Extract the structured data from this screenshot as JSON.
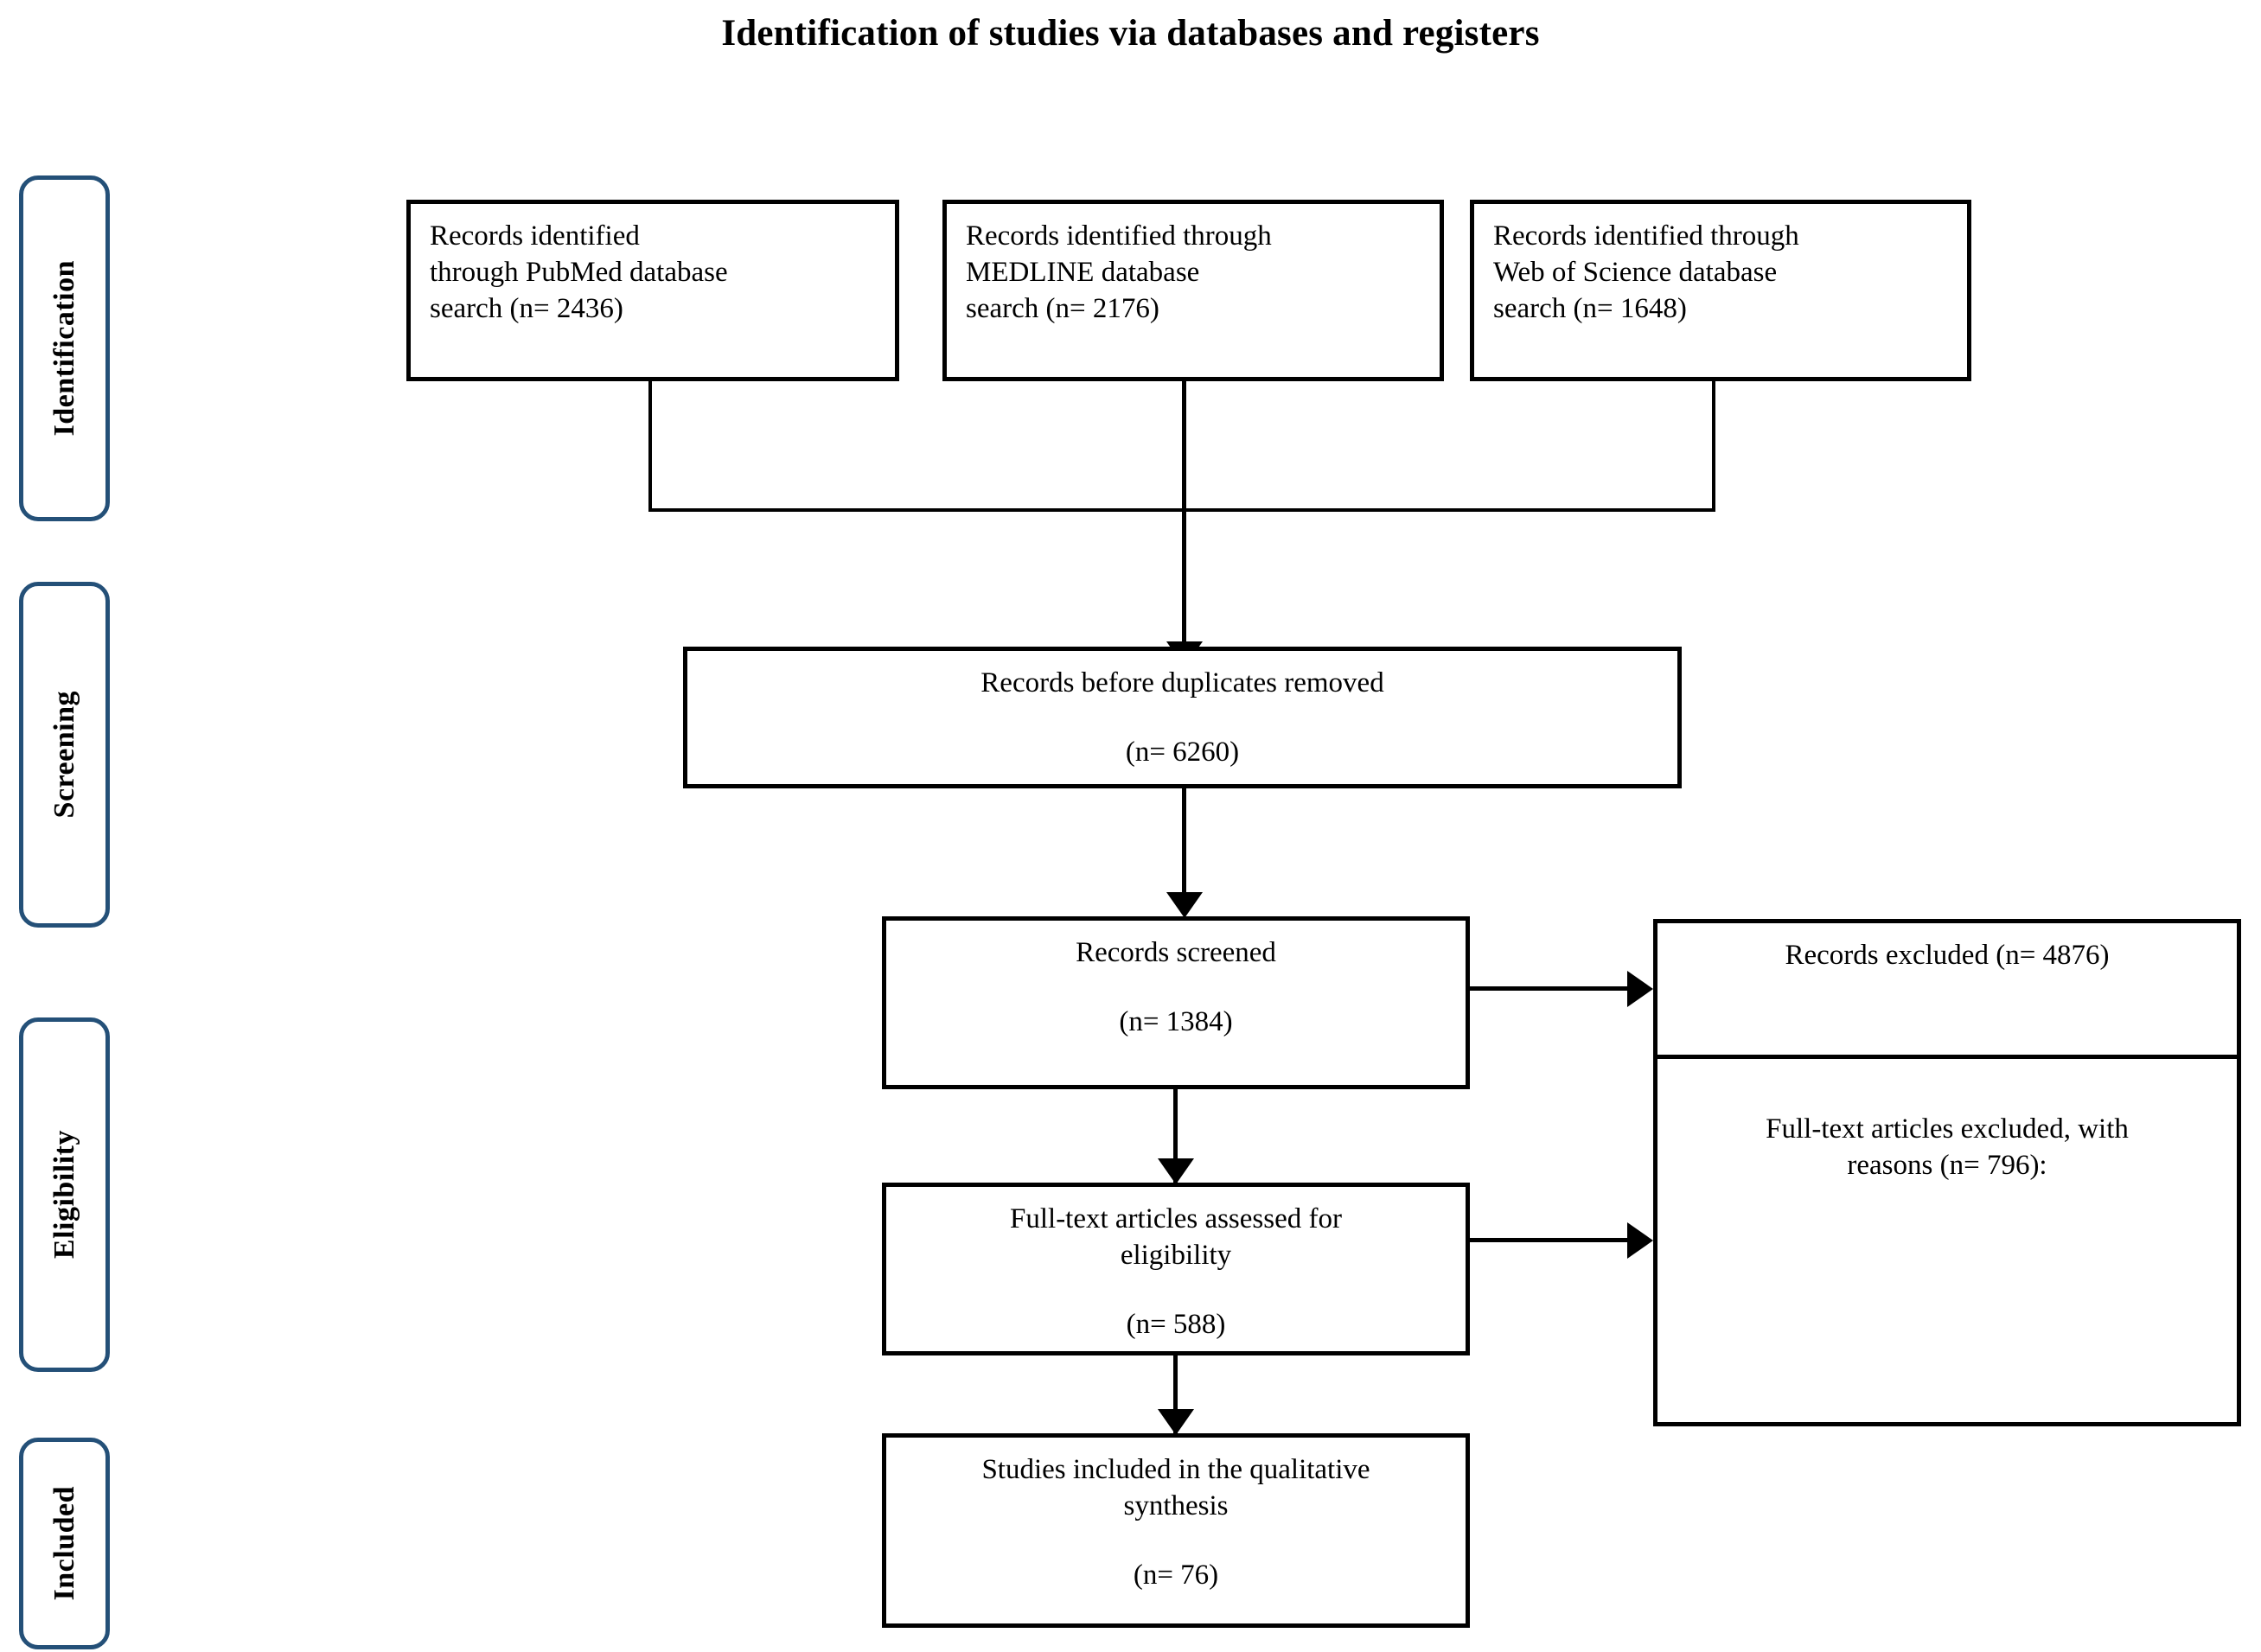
{
  "title": "Identification of studies via databases and registers",
  "phases": [
    {
      "id": "identification",
      "label": "Identification"
    },
    {
      "id": "screening",
      "label": "Screening"
    },
    {
      "id": "eligibility",
      "label": "Eligibility"
    },
    {
      "id": "included",
      "label": "Included"
    }
  ],
  "boxes": {
    "pubmed": {
      "line1": "Records identified",
      "line2": "through PubMed database",
      "line3": "search (n= 2436)"
    },
    "medline": {
      "line1": "Records identified through",
      "line2": "MEDLINE database",
      "line3": "search (n= 2176)"
    },
    "webofscience": {
      "line1": "Records identified through",
      "line2": "Web of Science database",
      "line3": "search (n= 1648)"
    },
    "before_duplicates": {
      "label": "Records before duplicates removed",
      "count": "(n= 6260)"
    },
    "records_screened": {
      "label": "Records screened",
      "count": "(n= 1384)"
    },
    "records_excluded": {
      "label": "Records excluded (n= 4876)"
    },
    "fulltext_assessed": {
      "line1": "Full-text articles assessed for",
      "line2": "eligibility",
      "count": "(n= 588)"
    },
    "fulltext_excluded": {
      "line1": "Full-text articles excluded, with",
      "line2": "reasons (n= 796):"
    },
    "studies_included": {
      "line1": "Studies included in the qualitative",
      "line2": "synthesis",
      "count": "(n= 76)"
    }
  },
  "colors": {
    "phase_border": "#245078",
    "box_border": "#000000",
    "background": "#ffffff",
    "text": "#000000"
  }
}
